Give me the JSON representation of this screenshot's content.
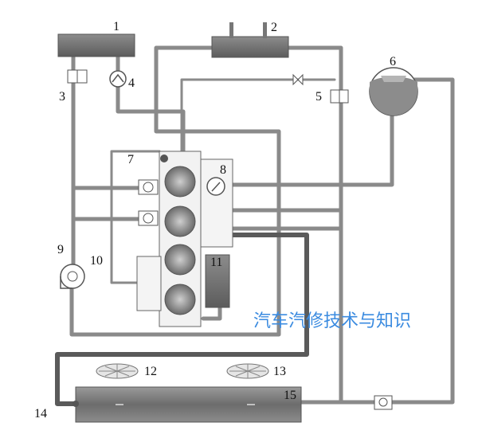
{
  "labels": {
    "n1": "1",
    "n2": "2",
    "n3": "3",
    "n4": "4",
    "n5": "5",
    "n6": "6",
    "n7": "7",
    "n8": "8",
    "n9": "9",
    "n10": "10",
    "n11": "11",
    "n12": "12",
    "n13": "13",
    "n14": "14",
    "n15": "15"
  },
  "watermark": "汽车汽修技术与知识",
  "colors": {
    "pipe": "#8a8a8a",
    "pipe_dark": "#5a5a5a",
    "component_dark": "#6f6f6f",
    "engine_fill": "#f2f2f2",
    "watermark": "#3b8be0"
  }
}
